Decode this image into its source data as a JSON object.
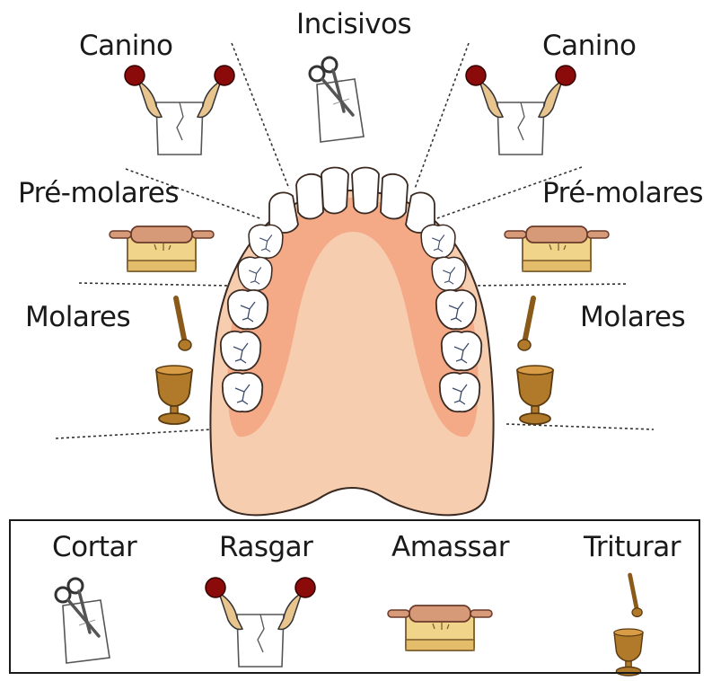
{
  "labels": {
    "incisivos": "Incisivos",
    "canino_left": "Canino",
    "canino_right": "Canino",
    "premolares_left": "Pré-molares",
    "premolares_right": "Pré-molares",
    "molares_left": "Molares",
    "molares_right": "Molares"
  },
  "legend": {
    "cortar": "Cortar",
    "rasgar": "Rasgar",
    "amassar": "Amassar",
    "triturar": "Triturar"
  },
  "icons": {
    "incisivos": "scissors-cutting-paper-icon",
    "canino": "hands-tearing-paper-icon",
    "premolares": "rolling-pin-dough-icon",
    "molares": "mortar-and-pestle-icon"
  },
  "colors": {
    "gum": "#f7cdb0",
    "gum_inner": "#f4a987",
    "tooth": "#ffffff",
    "outline": "#3a2a22",
    "rolling_pin": "#d79a78",
    "dough": "#f0d48a",
    "mortar": "#b07a2a",
    "hand_knob": "#8b0a0a"
  }
}
